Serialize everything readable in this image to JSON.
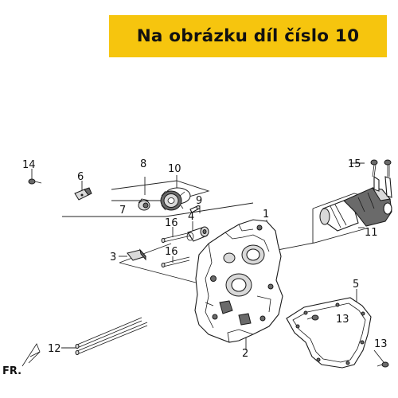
{
  "banner": {
    "text": "Na obrázku díl číslo 10",
    "color": "#f6c50e"
  },
  "callouts": {
    "c1": "1",
    "c2": "2",
    "c3": "3",
    "c4": "4",
    "c5": "5",
    "c6": "6",
    "c7": "7",
    "c8": "8",
    "c9": "9",
    "c10": "10",
    "c11": "11",
    "c12": "12",
    "c13a": "13",
    "c13b": "13",
    "c14": "14",
    "c15": "15",
    "c16a": "16",
    "c16b": "16"
  },
  "direction_label": "FR."
}
